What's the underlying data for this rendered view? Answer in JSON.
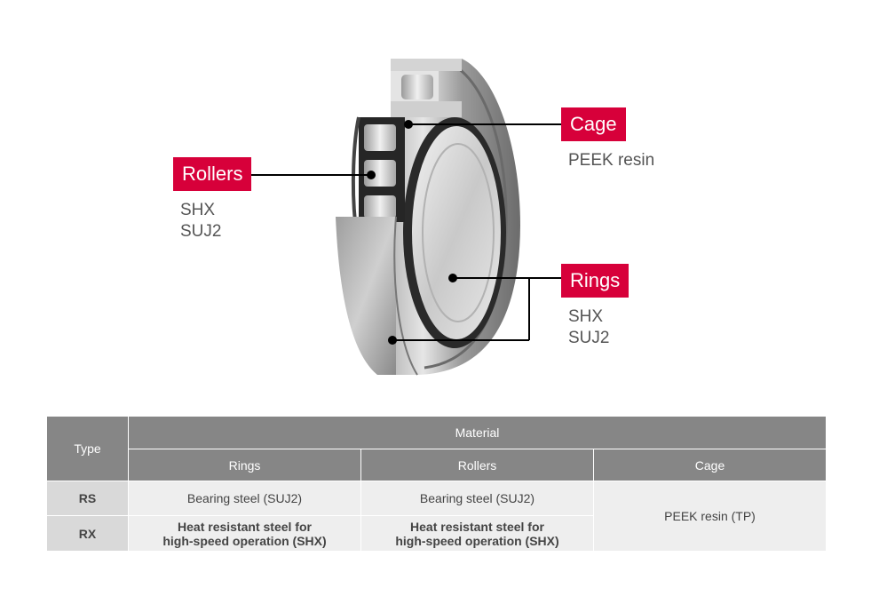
{
  "callouts": {
    "cage": {
      "label": "Cage",
      "materials": [
        "PEEK resin"
      ]
    },
    "rollers": {
      "label": "Rollers",
      "materials": [
        "SHX",
        "SUJ2"
      ]
    },
    "rings": {
      "label": "Rings",
      "materials": [
        "SHX",
        "SUJ2"
      ]
    }
  },
  "colors": {
    "accent": "#d7003a",
    "table_header": "#868686",
    "row_label": "#d9d9d9",
    "cell": "#eeeeee"
  },
  "table": {
    "type_header": "Type",
    "material_header": "Material",
    "columns": [
      "Rings",
      "Rollers",
      "Cage"
    ],
    "rows": [
      {
        "type": "RS",
        "rings": "Bearing steel (SUJ2)",
        "rollers": "Bearing steel (SUJ2)"
      },
      {
        "type": "RX",
        "rings": [
          "Heat resistant steel for",
          "high-speed operation (SHX)"
        ],
        "rollers": [
          "Heat resistant steel for",
          "high-speed operation (SHX)"
        ]
      }
    ],
    "shared_cage": "PEEK resin (TP)"
  }
}
